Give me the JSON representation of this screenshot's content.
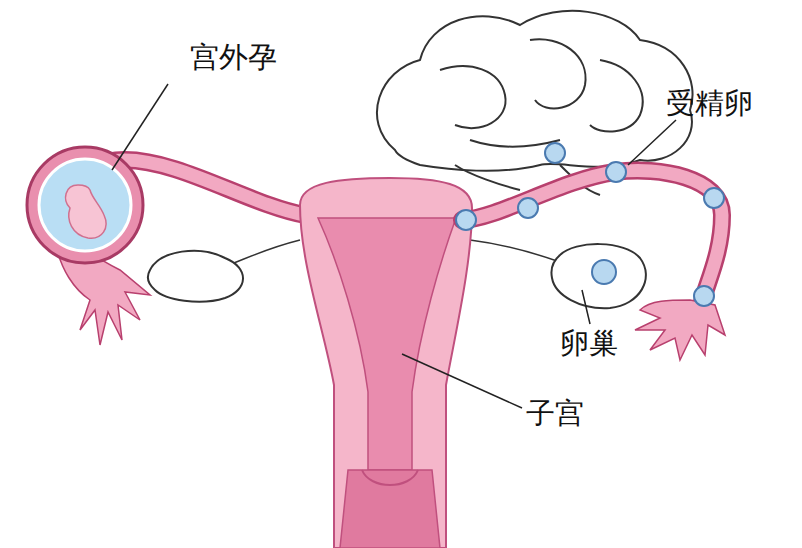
{
  "diagram": {
    "labels": [
      "宫外孕",
      "受精卵",
      "卵巢",
      "子宫"
    ]
  }
}
